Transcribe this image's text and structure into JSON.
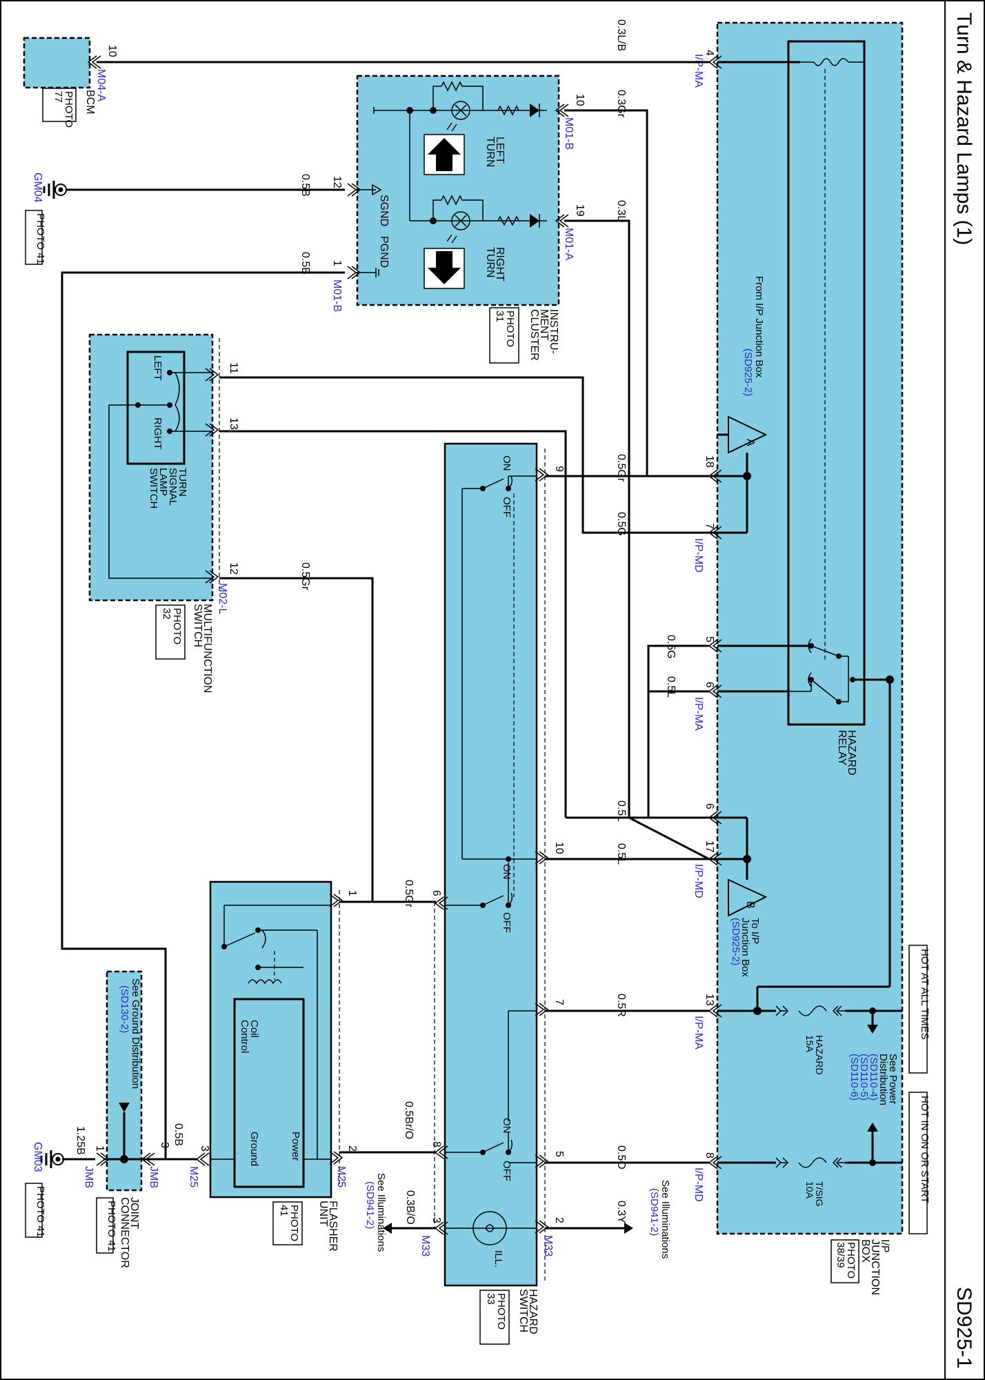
{
  "header": {
    "title": "Turn & Hazard Lamps (1)",
    "page_code": "SD925-1"
  },
  "power": {
    "hot_at_all_times": "HOT AT ALL TIMES",
    "hot_in_on_or_start": "HOT IN ON OR START",
    "see_power": [
      "See Power",
      "Distribution"
    ],
    "power_refs": [
      "(SD110-4)",
      "(SD110-5)",
      "(SD110-6)"
    ],
    "fuse_hazard": [
      "HAZARD",
      "15A"
    ],
    "fuse_tsig": [
      "T/SIG",
      "10A"
    ]
  },
  "ip_junction_box": {
    "label": [
      "I/P",
      "JUNCTION",
      "BOX"
    ],
    "photo": [
      "PHOTO",
      "38/39"
    ],
    "from_ip_box": "From I/P Junction Box",
    "from_ref": "(SD925-2)",
    "to_ip_box": [
      "To I/P",
      "Junction Box"
    ],
    "to_ref": "(SD925-2)",
    "connector_a": "A",
    "connector_b": "B",
    "hazard_relay": [
      "HAZARD",
      "RELAY"
    ],
    "pins": {
      "p4": "4",
      "p18": "18",
      "p7": "7",
      "p5": "5",
      "p6a": "6",
      "p6b": "6",
      "p17": "17",
      "p13": "13",
      "p8": "8"
    },
    "conn_labels": [
      "I/P-MA",
      "I/P-MD",
      "I/P-MA",
      "I/P-MD",
      "I/P-MA",
      "I/P-MD"
    ]
  },
  "bcm": {
    "label": "BCM",
    "photo": [
      "PHOTO",
      "77"
    ],
    "pin": "10",
    "connector": "M04-A"
  },
  "instrument_cluster": {
    "label": [
      "INSTRU-",
      "MENT",
      "CLUSTER"
    ],
    "photo": [
      "PHOTO",
      "31"
    ],
    "left_turn": [
      "LEFT",
      "TURN"
    ],
    "right_turn": [
      "RIGHT",
      "TURN"
    ],
    "sgnd": "SGND",
    "pgnd": "PGND",
    "pins": {
      "p10": "10",
      "p19": "19",
      "p12": "12",
      "p1": "1"
    },
    "conn_b": "M01-B",
    "conn_a": "M01-A",
    "conn_b2": "M01-B"
  },
  "grounds": {
    "gm04": "GM04",
    "gm04_photo": "PHOTO 41",
    "gm03": "GM03",
    "gm03_photo": "PHOTO 41"
  },
  "multifunction_switch": {
    "label": [
      "MULTIFUNCTION",
      "SWITCH"
    ],
    "photo": [
      "PHOTO",
      "32"
    ],
    "turn_switch": [
      "TURN",
      "SIGNAL",
      "LAMP",
      "SWITCH"
    ],
    "left": "LEFT",
    "right": "RIGHT",
    "pins": {
      "p11": "11",
      "p13": "13",
      "p12": "12"
    },
    "connector": "M02-L"
  },
  "hazard_switch": {
    "label": [
      "HAZARD",
      "SWITCH"
    ],
    "photo": [
      "PHOTO",
      "33"
    ],
    "on": "ON",
    "off": "OFF",
    "ill": "ILL.",
    "pins": {
      "p9": "9",
      "p10": "10",
      "p6": "6",
      "p7": "7",
      "p8": "8",
      "p5": "5",
      "p3": "3",
      "p2": "2"
    },
    "conn": "M33"
  },
  "flasher_unit": {
    "label": [
      "FLASHER",
      "UNIT"
    ],
    "photo": [
      "PHOTO",
      "41"
    ],
    "coil": [
      "Coil",
      "Control"
    ],
    "power": "Power",
    "ground": "Ground",
    "pins": {
      "p1": "1",
      "p2": "2",
      "p3": "3"
    },
    "conn": "M25"
  },
  "joint_connector": {
    "label": [
      "JOINT",
      "CONNECTOR"
    ],
    "photo": "PHOTO 41",
    "see_ground": "See Ground Distribution",
    "ground_ref": "(SD130-2)",
    "conn": "JMB",
    "pins": {
      "p3": "3",
      "p1": "1"
    }
  },
  "illuminations": {
    "see": "See Illuminations",
    "ref": "(SD941-2)"
  },
  "wires": {
    "w03LB": "0.3L/B",
    "w03Gr": "0.3Gr",
    "w03L": "0.3L",
    "w05B_a": "0.5B",
    "w05B_b": "0.5B",
    "w05Gr_a": "0.5Gr",
    "w05G_a": "0.5G",
    "w05G_b": "0.5G",
    "w05L_a": "0.5L",
    "w05L_b": "0.5L",
    "w05L_c": "0.5L",
    "w05Gr_b": "0.5Gr",
    "w05Gr_c": "0.5Gr",
    "w05R": "0.5R",
    "w05O": "0.5O",
    "w05BrO": "0.5Br/O",
    "w03BO": "0.3B/O",
    "w03Y": "0.3Y",
    "w05B_c": "0.5B",
    "w125B": "1.25B"
  }
}
